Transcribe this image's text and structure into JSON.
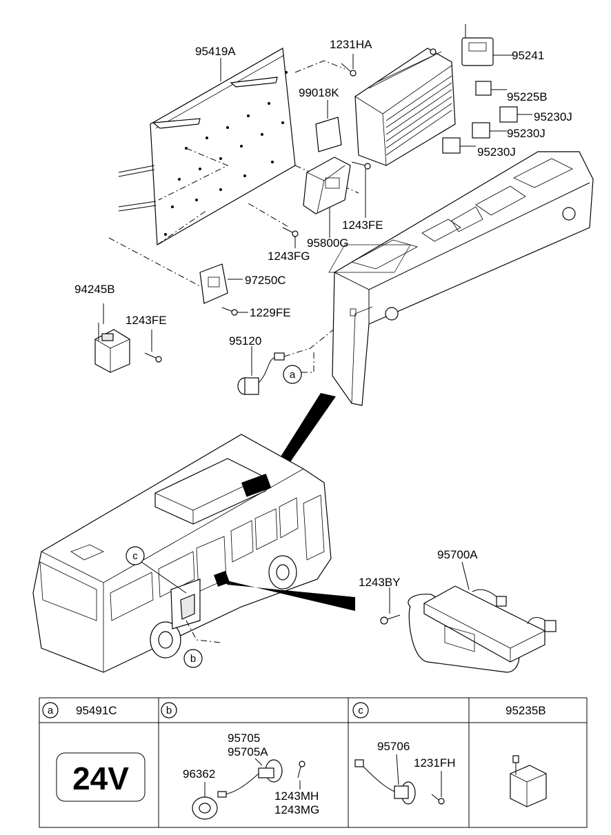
{
  "callouts": {
    "p95419A": "95419A",
    "p1231HA": "1231HA",
    "p95241": "95241",
    "p99018K": "99018K",
    "p95225B": "95225B",
    "p95230J_1": "95230J",
    "p95230J_2": "95230J",
    "p95230J_3": "95230J",
    "p1243FE_1": "1243FE",
    "p95800G": "95800G",
    "p1243FG": "1243FG",
    "p97250C": "97250C",
    "p94245B": "94245B",
    "p1243FE_2": "1243FE",
    "p1229FE": "1229FE",
    "p95120": "95120",
    "p95700A": "95700A",
    "p1243BY": "1243BY"
  },
  "refs": {
    "a": "a",
    "b": "b",
    "c": "c"
  },
  "table": {
    "headers": [
      "a",
      "95491C",
      "b",
      "c",
      "95235B"
    ],
    "cell_24v": "24V",
    "b_parts": [
      "95705",
      "95705A",
      "96362",
      "1243MH",
      "1243MG"
    ],
    "c_parts": [
      "95706",
      "1231FH"
    ]
  }
}
